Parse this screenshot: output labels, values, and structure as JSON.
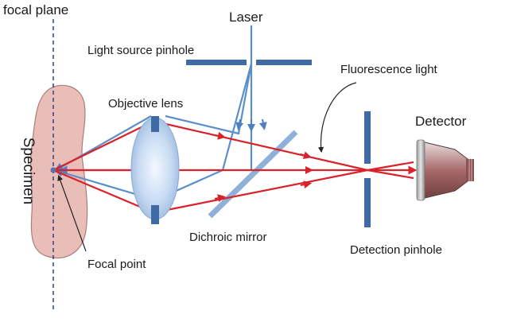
{
  "labels": {
    "focal_plane": "focal plane",
    "laser": "Laser",
    "light_source_pinhole": "Light source pinhole",
    "fluorescence_light": "Fluorescence light",
    "objective_lens": "Objective lens",
    "detector": "Detector",
    "specimen": "Specimen",
    "dichroic_mirror": "Dichroic mirror",
    "detection_pinhole": "Detection pinhole",
    "focal_point": "Focal point"
  },
  "colors": {
    "emission_ray": "#d9222a",
    "excitation_ray": "#5b8fc9",
    "pinhole": "#3f6aa3",
    "mirror": "#8fb0d8",
    "specimen_fill": "#e8b7b1",
    "specimen_stroke": "#a0716c",
    "lens": "#c9dcf3",
    "detector": "#a86a6a"
  }
}
